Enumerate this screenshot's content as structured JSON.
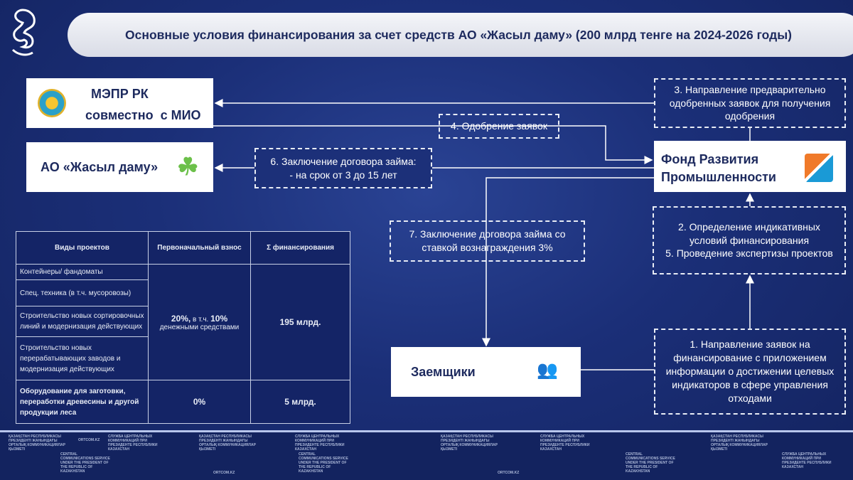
{
  "title": "Основные условия финансирования за счет средств АО «Жасыл даму» (200 млрд тенге на 2024-2026 годы)",
  "mepr": {
    "line1": "МЭПР РК",
    "line2": "совместно  с МИО"
  },
  "zhasyl": {
    "label": "АО «Жасыл даму»"
  },
  "fond": {
    "line1": "Фонд Развития",
    "line2": "Промышленности"
  },
  "borrowers": {
    "label": "Заемщики"
  },
  "steps": {
    "s3": "3. Направление предварительно одобренных заявок для получения одобрения",
    "s4": "4. Одобрение заявок",
    "s6a": "6. Заключение договора займа:",
    "s6b": "- на срок от 3 до 15 лет",
    "s7": "7. Заключение договора займа со ставкой вознаграждения 3%",
    "s2": "2. Определение индикативных условий финансирования",
    "s5": "5. Проведение экспертизы проектов",
    "s1": "1. Направление заявок на финансирование с приложением информации о достижении целевых индикаторов в сфере управления отходами"
  },
  "table": {
    "headers": [
      "Виды проектов",
      "Первоначальный  взнос",
      "Σ финансирования"
    ],
    "rows": [
      "Контейнеры/ фандоматы",
      "Спец. техника (в т.ч. мусоровозы)",
      "Строительство новых сортировочных линий и модернизация действующих",
      "Строительство новых перерабатывающих заводов и модернизация действующих"
    ],
    "group1": {
      "pct1": "20%,",
      "mid": " в т.ч. ",
      "pct2": "10%",
      "rest": " денежными средствами",
      "sum": "195 млрд."
    },
    "last": {
      "type": "Оборудование для заготовки, переработки древесины и другой продукции леса",
      "pct": "0%",
      "sum": "5 млрд."
    }
  },
  "footer": {
    "w1": "ҚАЗАҚСТАН РЕСПУБЛИКАСЫ ПРЕЗИДЕНТІ ЖАНЫНДАҒЫ ОРТАЛЫҚ КОММУНИКАЦИЯЛАР ҚЫЗМЕТІ",
    "w2": "ORTCOM.KZ",
    "w3": "СЛУЖБА ЦЕНТРАЛЬНЫХ КОММУНИКАЦИЙ ПРИ ПРЕЗИДЕНТЕ РЕСПУБЛИКИ КАЗАХСТАН",
    "w4": "CENTRAL COMMUNICATIONS SERVICE UNDER THE PRESIDENT OF THE REPUBLIC OF KAZAKHSTAN"
  }
}
